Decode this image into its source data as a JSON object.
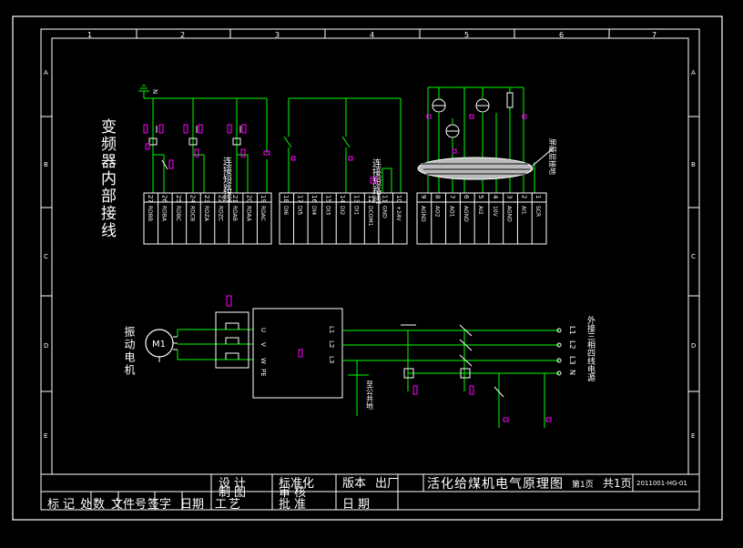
{
  "colors": {
    "background": "#000000",
    "frame": "#ffffff",
    "wire": "#00ff00",
    "marker": "#ff00ff"
  },
  "grid": {
    "columns": [
      "1",
      "2",
      "3",
      "4",
      "5",
      "6",
      "7"
    ],
    "rows": [
      "A",
      "B",
      "C",
      "D",
      "E"
    ]
  },
  "labels": {
    "inverter_internal_wiring": "变频器内部接线",
    "ground_n": "N",
    "shorting_wire_1": "连接短路线",
    "shorting_wire_2": "连接短路线",
    "shield_ground": "屏蔽层接地",
    "motor_symbol": "M1",
    "vibration_motor": "振动电机",
    "external_supply": "外接三相四线电源",
    "tail_ground": "至公共地"
  },
  "terminals_left": {
    "numbers": [
      "27",
      "26",
      "25",
      "24",
      "23",
      "22",
      "21",
      "20",
      "19"
    ],
    "names": [
      "RDBB",
      "RDBA",
      "RDBC",
      "RDCB",
      "RDZA",
      "RDZC",
      "RDAB",
      "RDAA",
      "RDAC"
    ]
  },
  "terminals_mid": {
    "numbers": [
      "18",
      "17",
      "16",
      "15",
      "14",
      "13",
      "12",
      "11",
      "10"
    ],
    "names": [
      "DI6",
      "DI5",
      "DI4",
      "DI3",
      "DI2",
      "DI1",
      "DCOM1",
      "GND",
      "+24V"
    ]
  },
  "terminals_right": {
    "numbers": [
      "9",
      "8",
      "7",
      "6",
      "5",
      "4",
      "3",
      "2",
      "1"
    ],
    "names": [
      "AGND",
      "AO2",
      "AO1",
      "AGND",
      "AI2",
      "10V",
      "AGND",
      "AI1",
      "SCR"
    ]
  },
  "drive": {
    "out_u": "U",
    "out_v": "V",
    "out_w": "W",
    "out_pe": "PE",
    "in_l1": "L1",
    "in_l2": "L2",
    "in_l3": "L3"
  },
  "supply": {
    "l1": "L1",
    "l2": "L2",
    "l3": "L3",
    "n": "N"
  },
  "title_block": {
    "design": "设计",
    "standardize": "标准化",
    "version": "版本",
    "factory": "出厂",
    "drawing_title": "活化给煤机电气原理图",
    "sheet": "第1页",
    "sheets_total": "共1页",
    "drawing_number": "2011001-HG-01",
    "drawing": "制图",
    "review": "审核",
    "approve": "批准",
    "date": "日期",
    "mark": "标记",
    "count": "处数",
    "file_no": "文件号",
    "sign": "签字",
    "date2": "日期",
    "craft": "工艺"
  }
}
